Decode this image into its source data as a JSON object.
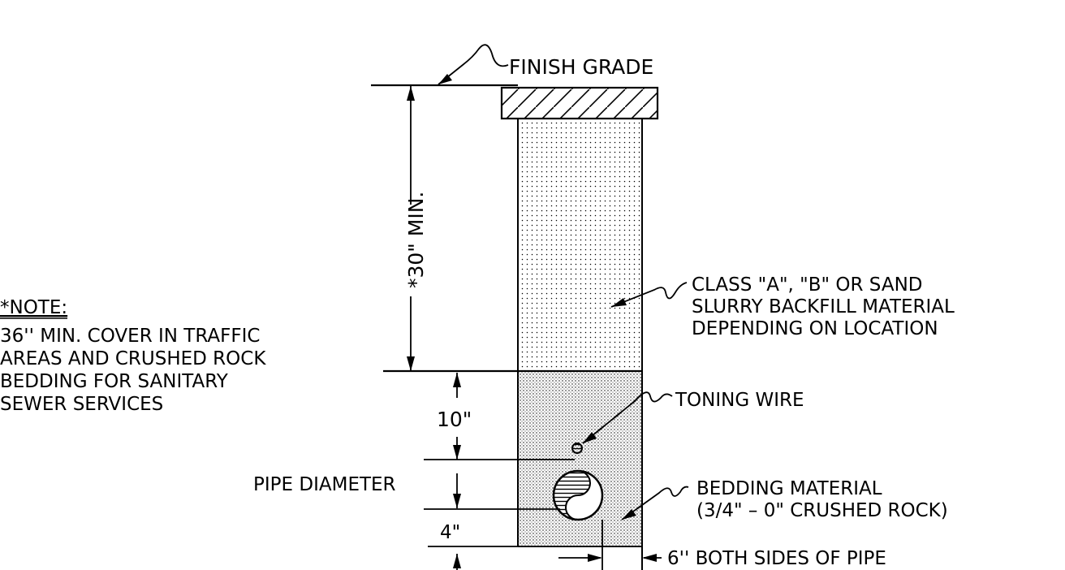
{
  "labels": {
    "finish_grade": "FINISH GRADE",
    "cover_min": "*30\" MIN.",
    "backfill_line1": "CLASS \"A\", \"B\" OR SAND",
    "backfill_line2": "SLURRY BACKFILL MATERIAL",
    "backfill_line3": "DEPENDING ON LOCATION",
    "toning_wire": "TONING WIRE",
    "bedding_line1": "BEDDING MATERIAL",
    "bedding_line2": "(3/4\" – 0\" CRUSHED ROCK)",
    "pipe_diameter": "PIPE DIAMETER",
    "dim_10": "10\"",
    "dim_4": "4\"",
    "side_clearance": "6'' BOTH SIDES OF PIPE"
  },
  "note": {
    "heading": "*NOTE:",
    "line1": "36'' MIN. COVER IN TRAFFIC",
    "line2": "AREAS AND CRUSHED ROCK",
    "line3": "BEDDING FOR SANITARY",
    "line4": "SEWER SERVICES"
  }
}
